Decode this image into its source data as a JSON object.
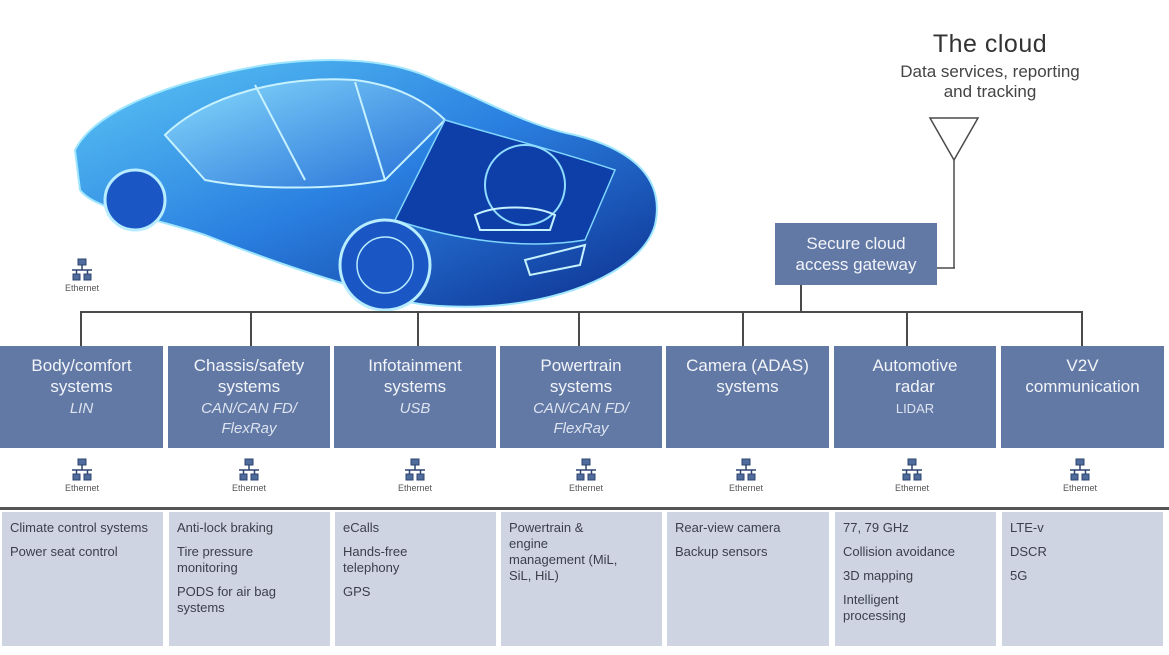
{
  "cloud": {
    "title": "The cloud",
    "subtitle_line1": "Data services, reporting",
    "subtitle_line2": "and tracking",
    "icon": "antenna-icon"
  },
  "gateway": {
    "line1": "Secure cloud",
    "line2": "access gateway"
  },
  "backbone": {
    "label": "Ethernet",
    "icon": "network-icon"
  },
  "systems": [
    {
      "name_line1": "Body/comfort",
      "name_line2": "systems",
      "protocol_line1": "LIN",
      "protocol_line2": "",
      "protocol_style": "italic",
      "ethernet_label": "Ethernet",
      "details": [
        "Climate control systems",
        "Power seat control"
      ]
    },
    {
      "name_line1": "Chassis/safety",
      "name_line2": "systems",
      "protocol_line1": "CAN/CAN FD/",
      "protocol_line2": "FlexRay",
      "protocol_style": "italic",
      "ethernet_label": "Ethernet",
      "details": [
        "Anti-lock braking",
        "Tire pressure monitoring",
        "PODS for air bag systems"
      ]
    },
    {
      "name_line1": "Infotainment",
      "name_line2": "systems",
      "protocol_line1": "USB",
      "protocol_line2": "",
      "protocol_style": "italic",
      "ethernet_label": "Ethernet",
      "details": [
        "eCalls",
        "Hands-free telephony",
        "GPS"
      ]
    },
    {
      "name_line1": "Powertrain",
      "name_line2": "systems",
      "protocol_line1": "CAN/CAN FD/",
      "protocol_line2": "FlexRay",
      "protocol_style": "italic",
      "ethernet_label": "Ethernet",
      "details": [
        "Powertrain & engine management (MiL, SiL, HiL)"
      ]
    },
    {
      "name_line1": "Camera (ADAS)",
      "name_line2": "systems",
      "protocol_line1": "",
      "protocol_line2": "",
      "protocol_style": "italic",
      "ethernet_label": "Ethernet",
      "details": [
        "Rear-view camera",
        "Backup sensors"
      ]
    },
    {
      "name_line1": "Automotive",
      "name_line2": "radar",
      "protocol_line1": "LIDAR",
      "protocol_line2": "",
      "protocol_style": "upright",
      "ethernet_label": "Ethernet",
      "details": [
        "77, 79 GHz",
        "Collision avoidance",
        "3D mapping",
        "Intelligent processing"
      ]
    },
    {
      "name_line1": "V2V",
      "name_line2": "communication",
      "protocol_line1": "",
      "protocol_line2": "",
      "protocol_style": "italic",
      "ethernet_label": "Ethernet",
      "details": [
        "LTE-v",
        "DSCR",
        "5G"
      ]
    }
  ],
  "colors": {
    "box_blue": "#6279a6",
    "detail_bg": "#cfd4e2",
    "line": "#4a4a4a",
    "car_blue": "#1f5fc9"
  }
}
